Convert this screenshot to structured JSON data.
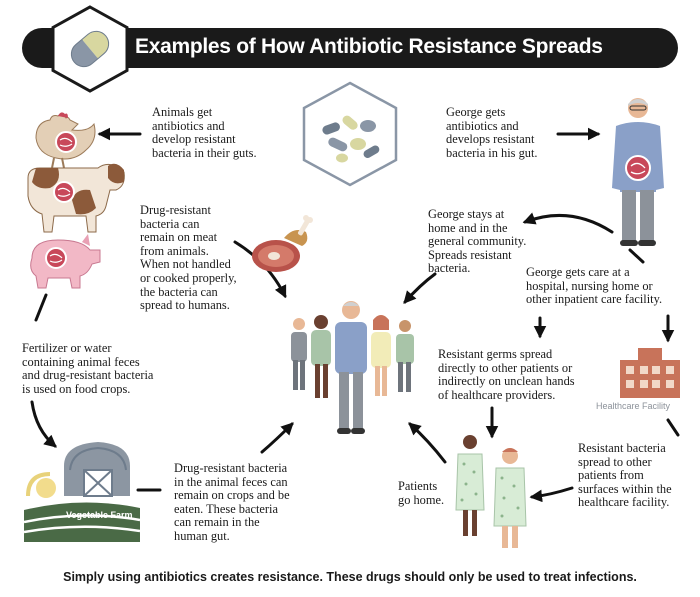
{
  "header": {
    "title": "Examples of How Antibiotic Resistance Spreads"
  },
  "icons": {
    "logo": "capsule-icon",
    "pills": "pills-icon"
  },
  "colors": {
    "header_bg": "#1a1a1a",
    "germ": "#c8485a",
    "building": "#c8735a",
    "barn": "#8c96a2",
    "farm_green": "#4a6a46",
    "arrow": "#111111"
  },
  "texts": {
    "animals_get": [
      "Animals get",
      "antibiotics and",
      "develop resistant",
      "bacteria in their guts."
    ],
    "george_gets": [
      "George gets",
      "antibiotics and",
      "develops resistant",
      "bacteria in his gut."
    ],
    "meat": [
      "Drug-resistant",
      "bacteria can",
      "remain on meat",
      "from animals.",
      "When not handled",
      "or cooked properly,",
      "the bacteria can",
      "spread to humans."
    ],
    "george_stays": [
      "George stays at",
      "home and in the",
      "general community.",
      "Spreads resistant",
      "bacteria."
    ],
    "george_care": [
      "George gets care at a",
      "hospital, nursing home or",
      "other inpatient care facility."
    ],
    "fertilizer": [
      "Fertilizer or water",
      "containing animal feces",
      "and drug-resistant bacteria",
      "is used on food crops."
    ],
    "germs_spread": [
      "Resistant germs spread",
      "directly to other patients or",
      "indirectly on unclean hands",
      "of healthcare providers."
    ],
    "crops": [
      "Drug-resistant bacteria",
      "in the animal feces can",
      "remain on crops and be",
      "eaten. These bacteria",
      "can remain in the",
      "human gut."
    ],
    "patients_home": [
      "Patients",
      "go home."
    ],
    "surfaces": [
      "Resistant bacteria",
      "spread to other",
      "patients from",
      "surfaces within the",
      "healthcare facility."
    ]
  },
  "labels": {
    "healthcare": "Healthcare Facility",
    "farm": "Vegetable Farm"
  },
  "footer": "Simply using antibiotics creates resistance.  These drugs should only be used to treat infections."
}
